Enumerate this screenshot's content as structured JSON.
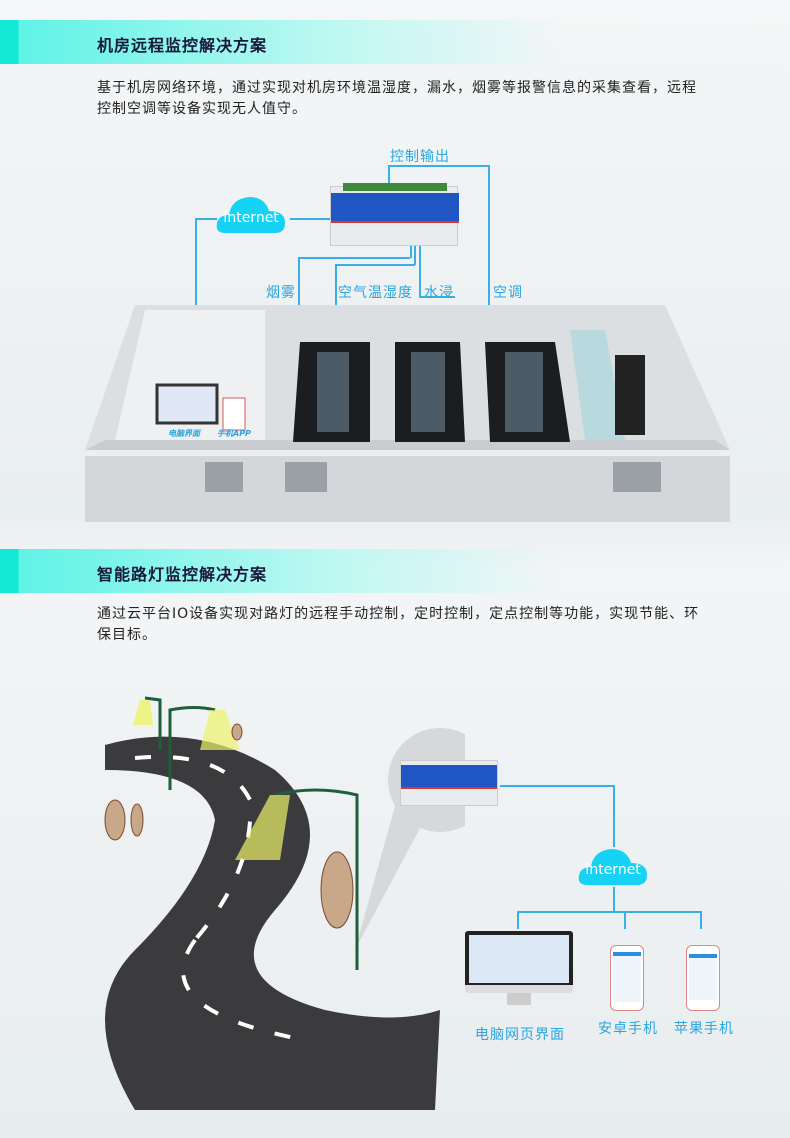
{
  "section1": {
    "title": "机房远程监控解决方案",
    "description": "基于机房网络环境，通过实现对机房环境温湿度，漏水，烟雾等报警信息的采集查看，远程控制空调等设备实现无人值守。",
    "diagram": {
      "control_output": "控制输出",
      "cloud": "Internet",
      "sensors": [
        "烟雾",
        "空气温湿度",
        "水浸",
        "空调"
      ],
      "room_labels": [
        "电脑界面",
        "手机APP"
      ]
    }
  },
  "section2": {
    "title": "智能路灯监控解决方案",
    "description": "通过云平台IO设备实现对路灯的远程手动控制，定时控制，定点控制等功能，实现节能、环保目标。",
    "diagram": {
      "cloud": "Internet",
      "clients": [
        "电脑网页界面",
        "安卓手机",
        "苹果手机"
      ]
    }
  },
  "colors": {
    "accent": "#16e8d8",
    "line_blue": "#3aaee6",
    "cloud": "#16d3f5",
    "title": "#17183a"
  }
}
